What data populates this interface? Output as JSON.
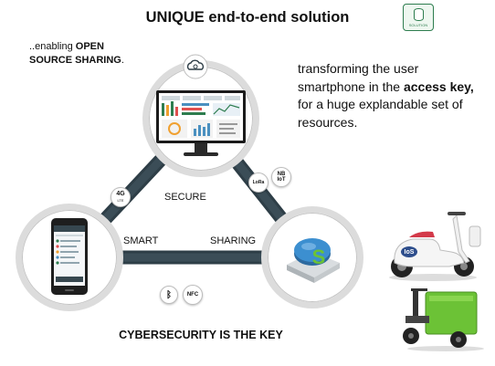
{
  "title": "UNIQUE end-to-end solution",
  "left_text": {
    "lead": "..enabling ",
    "bold_open": "OPEN",
    "bold_rest": "SOURCE SHARING",
    "end": "."
  },
  "right_text": {
    "part1": "transforming the user smartphone in the ",
    "bold": "access key,",
    "part2": " for a huge explandable set of  resources."
  },
  "labels": {
    "secure": "SECURE",
    "smart": "SMART",
    "sharing": "SHARING"
  },
  "badges": {
    "g4": "4G",
    "lte": "LTE",
    "lora": "LoRa",
    "nb": "NB",
    "iot": "IoT",
    "nfc": "NFC",
    "bt": "ᛒ"
  },
  "device_s": "S",
  "logo_text": "SOLUTION",
  "footer": "CYBERSECURITY IS THE KEY",
  "colors": {
    "ring": "#2e3e47",
    "green": "#6cc236",
    "logo_green": "#2e7d4f"
  }
}
